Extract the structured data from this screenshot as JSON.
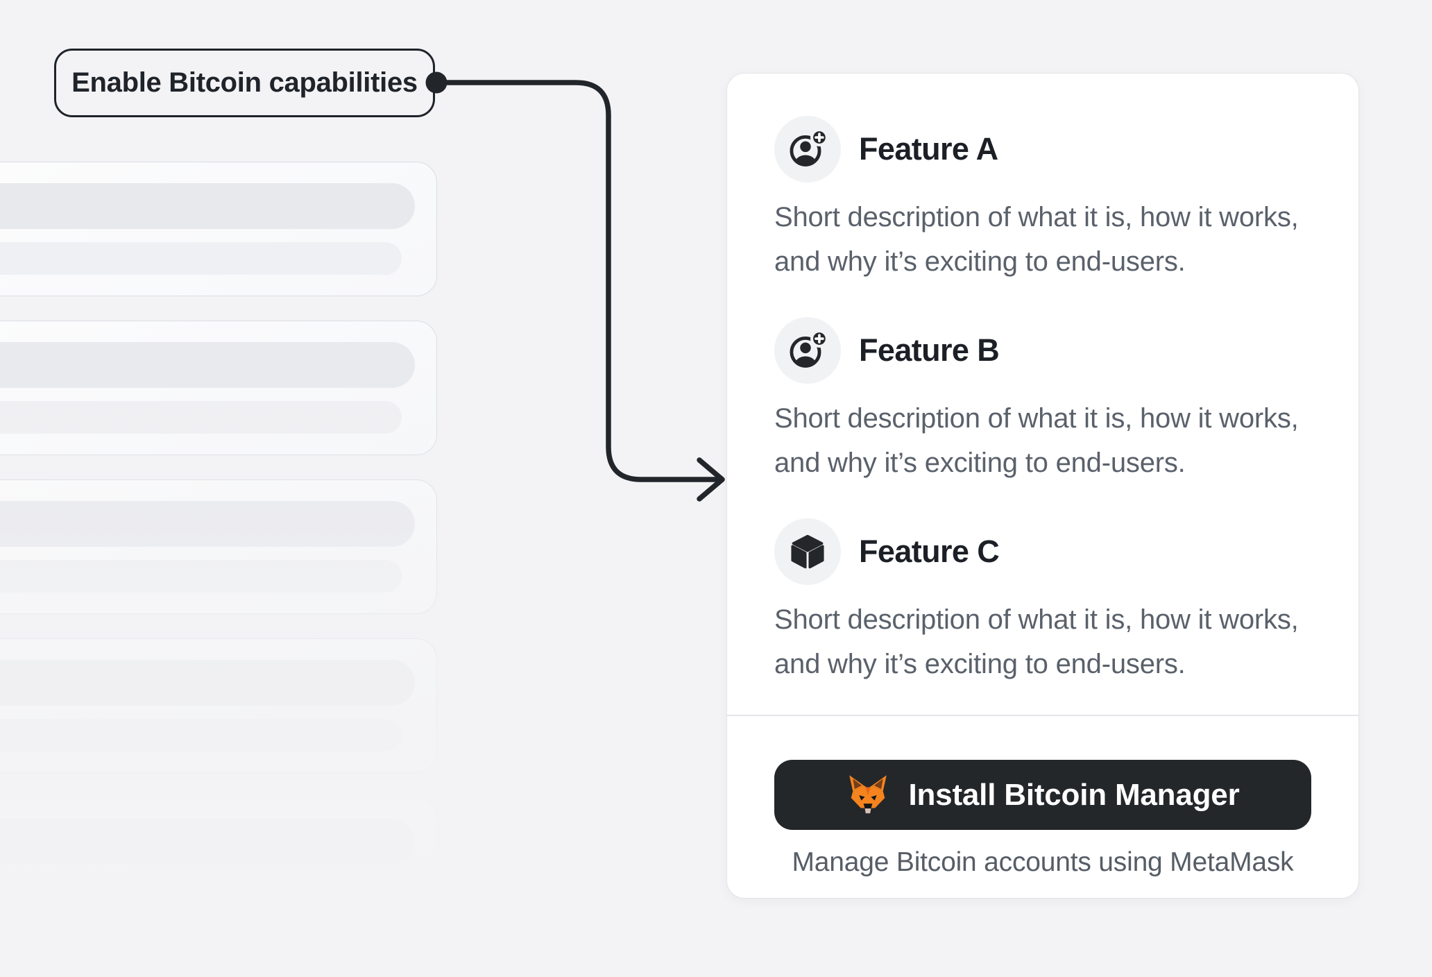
{
  "annotation": {
    "label": "Enable Bitcoin capabilities"
  },
  "feature_panel": {
    "features": [
      {
        "title": "Feature A",
        "icon": "user-add-icon",
        "description": "Short description of what it is, how it works, and why it’s exciting to end-users."
      },
      {
        "title": "Feature B",
        "icon": "user-add-icon",
        "description": "Short description of what it is, how it works, and why it’s exciting to end-users."
      },
      {
        "title": "Feature C",
        "icon": "cube-icon",
        "description": "Short description of what it is, how it works, and why it’s exciting to end-users."
      }
    ],
    "install_button": {
      "label": "Install Bitcoin Manager",
      "icon": "metamask-fox-icon"
    },
    "caption": "Manage Bitcoin accounts using MetaMask"
  },
  "skeleton_list": {
    "cards": 5,
    "bars_per_card": 2
  },
  "colors": {
    "page_bg": "#f3f3f5",
    "ink": "#1f232a",
    "muted_text": "#5a616b",
    "button_bg": "#24272a",
    "card_border": "#e3e4e8",
    "skeleton_bar": "#e8e9ed",
    "metamask_orange": "#f5841f"
  }
}
